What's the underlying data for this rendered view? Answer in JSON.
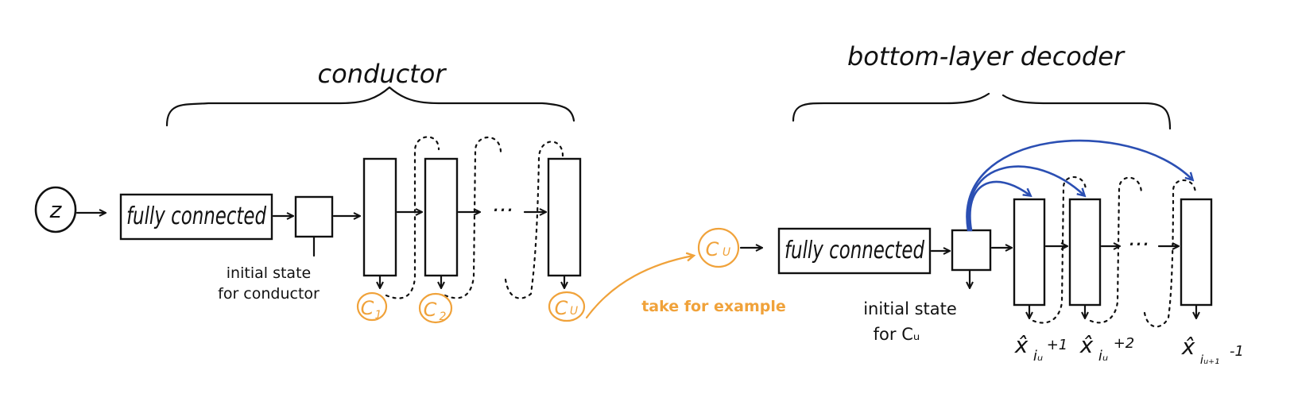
{
  "colors": {
    "ink": "#111111",
    "accent_orange": "#f0a23a",
    "accent_blue": "#2b4fb3"
  },
  "conductor": {
    "title": "conductor",
    "input_symbol": "z",
    "fc_label": "fully connected",
    "init_note_line1": "initial state",
    "init_note_line2": "for conductor",
    "ellipsis": "···",
    "outputs": [
      {
        "main": "C",
        "sub": "1"
      },
      {
        "main": "C",
        "sub": "2"
      },
      {
        "main": "C",
        "sub": "U"
      }
    ]
  },
  "example_note": "take for example",
  "decoder": {
    "title": "bottom-layer decoder",
    "input_main": "C",
    "input_sub": "U",
    "fc_label": "fully connected",
    "init_note_line1": "initial state",
    "init_note_line2": "for Cᵤ",
    "ellipsis": "···",
    "outputs": [
      {
        "main": "x̂",
        "sub": "iᵤ",
        "tail": "+1"
      },
      {
        "main": "x̂",
        "sub": "iᵤ",
        "tail": "+2"
      },
      {
        "main": "x̂",
        "sub": "iᵤ₊₁",
        "tail": "-1"
      }
    ]
  }
}
